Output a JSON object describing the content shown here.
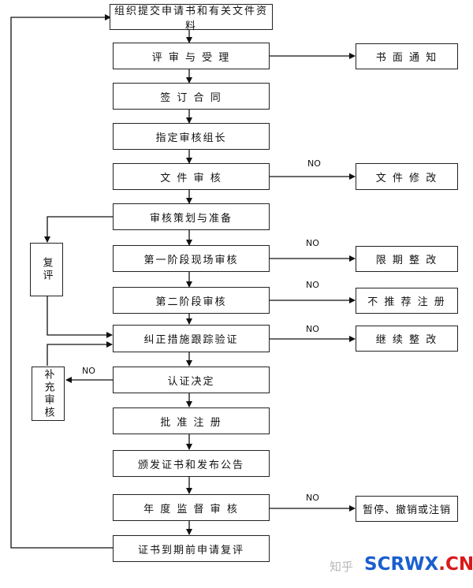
{
  "diagram": {
    "main_steps": [
      "组织提交申请书和有关文件资料",
      "评 审 与 受 理",
      "签 订 合 同",
      "指定审核组长",
      "文 件 审 核",
      "审核策划与准备",
      "第一阶段现场审核",
      "第二阶段审核",
      "纠正措施跟踪验证",
      "认证决定",
      "批 准 注 册",
      "颁发证书和发布公告",
      "年 度 监 督 审 核",
      "证书到期前申请复评"
    ],
    "side_outcomes": {
      "notify": "书 面 通 知",
      "doc_revise": "文 件 修 改",
      "limited_fix": "限 期 整 改",
      "not_recommend": "不 推 荐 注 册",
      "continue_fix": "继 续 整 改",
      "suspend": "暂停、撤销或注销"
    },
    "left_boxes": {
      "review": "复评",
      "supplement": "补充审核"
    },
    "branch_labels": {
      "no": "NO"
    }
  },
  "watermark": {
    "site_a": "知乎",
    "site_b_part1": "SCRWX",
    "site_b_part2": ".CN"
  }
}
